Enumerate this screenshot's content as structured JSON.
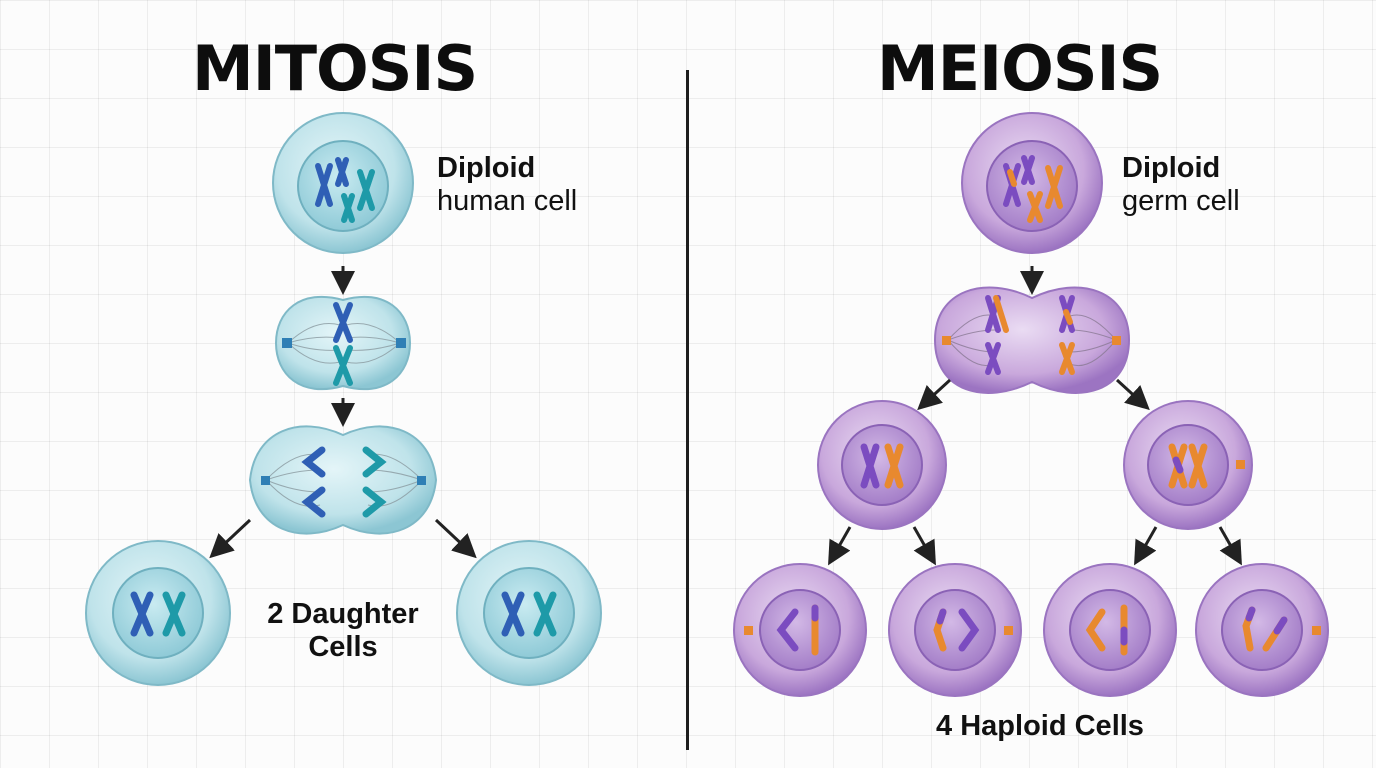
{
  "mitosis": {
    "title": "MITOSIS",
    "parent_label": {
      "line1": "Diploid",
      "line2": "human cell"
    },
    "result_label": {
      "line1": "2 Daughter",
      "line2": "Cells"
    }
  },
  "meiosis": {
    "title": "MEIOSIS",
    "parent_label": {
      "line1": "Diploid",
      "line2": "germ cell"
    },
    "result_label": "4 Haploid Cells"
  },
  "colors": {
    "mitosis_cell": "#bfe3ea",
    "mitosis_nucleus": "#a7d6e0",
    "meiosis_cell": "#c9a8dc",
    "meiosis_nucleus": "#b38bd0",
    "chromosome_blue": "#2f5fb5",
    "chromosome_teal": "#1e9aa8",
    "chromosome_purple": "#7b4cc0",
    "chromosome_orange": "#e8892f",
    "arrow": "#222222"
  }
}
